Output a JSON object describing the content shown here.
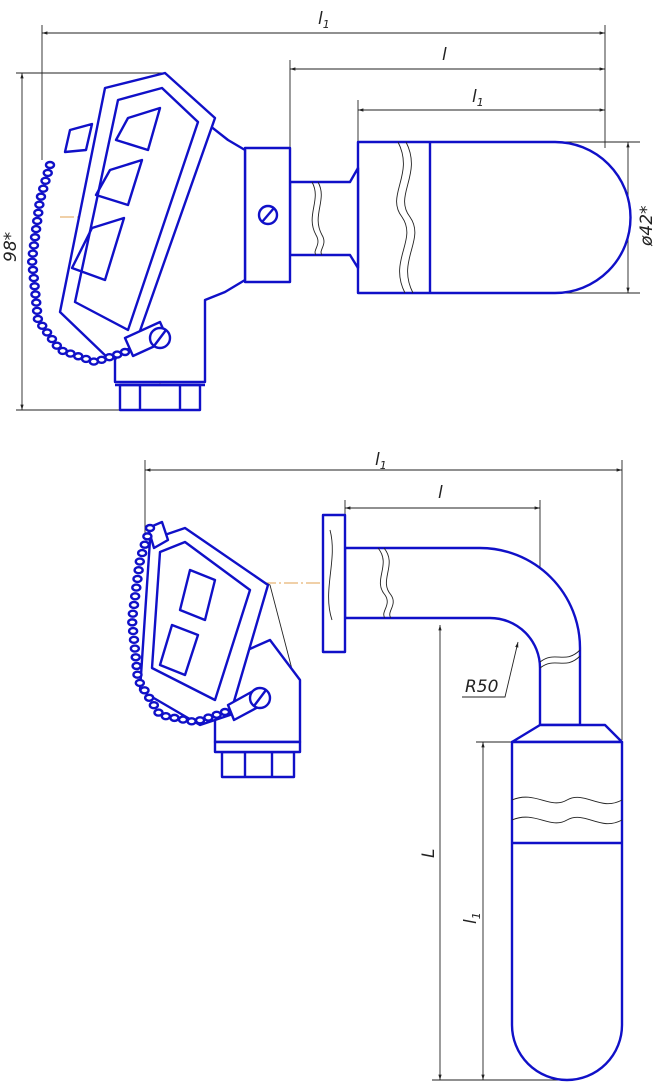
{
  "top_view": {
    "dim_overall": {
      "main": "l",
      "sub": "1"
    },
    "dim_immersion": {
      "main": "l"
    },
    "dim_sleeve": {
      "main": "l",
      "sub": "1"
    },
    "dim_height": "98*",
    "dim_diameter": "ø42*"
  },
  "bottom_view": {
    "dim_overall": {
      "main": "l",
      "sub": "1"
    },
    "dim_horizontal": {
      "main": "l"
    },
    "dim_radius": "R50",
    "dim_vertical": {
      "main": "L"
    },
    "dim_sleeve": {
      "main": "l",
      "sub": "1"
    }
  },
  "colors": {
    "outline": "#1010c8",
    "dimension": "#222222",
    "centerline": "#e0a050"
  }
}
